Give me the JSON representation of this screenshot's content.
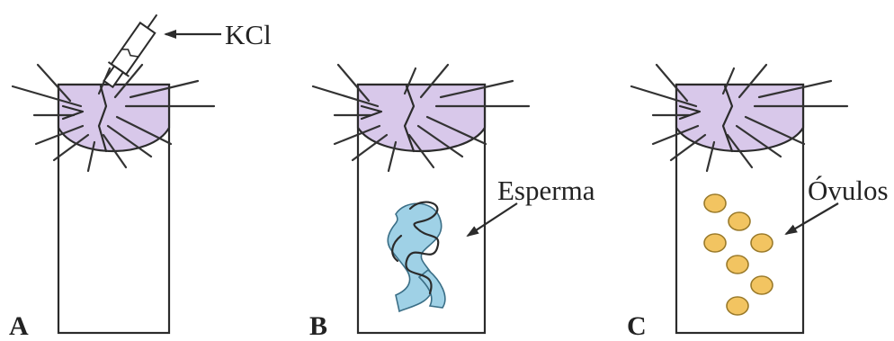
{
  "panels": [
    {
      "label": "A",
      "callout": "KCl"
    },
    {
      "label": "B",
      "callout": "Esperma"
    },
    {
      "label": "C",
      "callout": "Óvulos"
    }
  ],
  "colors": {
    "urchin_body": "#d8c8ea",
    "sperm": "#9fd1e6",
    "eggs": "#f2c461",
    "egg_outline": "#9a7a2a",
    "ink": "#2b2b2b"
  },
  "icons": [
    "syringe-icon",
    "arrow-icon"
  ]
}
